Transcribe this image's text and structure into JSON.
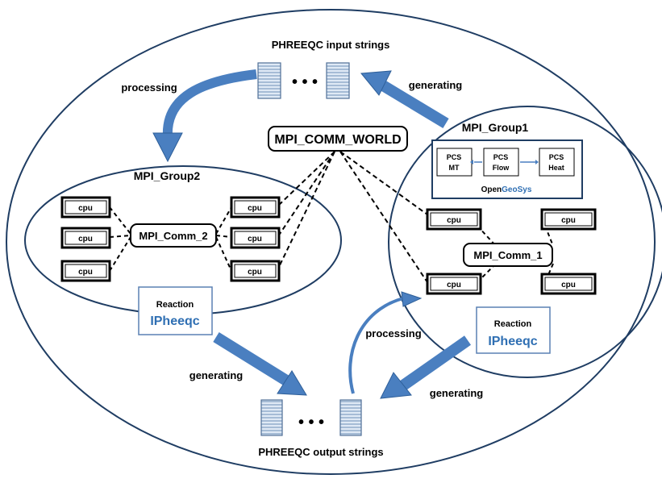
{
  "labels": {
    "input_strings": "PHREEQC input strings",
    "output_strings": "PHREEQC output strings",
    "processing_top": "processing",
    "generating_top": "generating",
    "generating_left": "generating",
    "generating_right": "generating",
    "processing_bottom": "processing",
    "mpi_comm_world": "MPI_COMM_WORLD",
    "mpi_group1": "MPI_Group1",
    "mpi_group2": "MPI_Group2",
    "mpi_comm_1": "MPI_Comm_1",
    "mpi_comm_2": "MPI_Comm_2",
    "cpu": "cpu",
    "dots": "• • •"
  },
  "opengeosys": {
    "pcs_mt": [
      "PCS",
      "MT"
    ],
    "pcs_flow": [
      "PCS",
      "Flow"
    ],
    "pcs_heat": [
      "PCS",
      "Heat"
    ],
    "brand_open": "Open",
    "brand_geosys": "GeoSys"
  },
  "reaction_left": {
    "title": "Reaction",
    "brand": "IPheeqc"
  },
  "reaction_right": {
    "title": "Reaction",
    "brand": "IPheeqc"
  },
  "colors": {
    "arrow_blue": "#4a7fc0",
    "arrow_dark": "#2e5f99",
    "brand_blue": "#2f6fb3",
    "box_border": "#5a80b4"
  }
}
